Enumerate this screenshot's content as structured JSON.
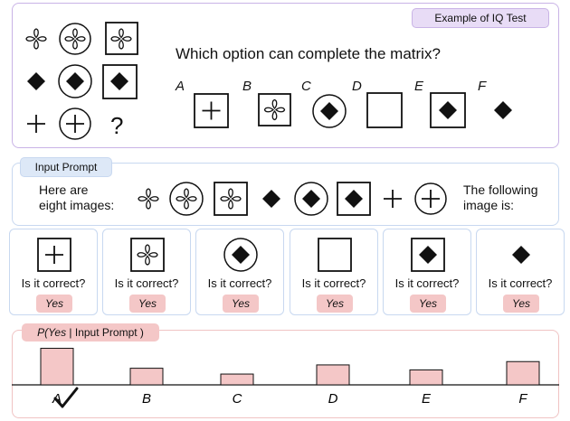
{
  "header_tag": "Example of IQ Test",
  "question": "Which option can complete the matrix?",
  "matrix_question_mark": "?",
  "options": [
    "A",
    "B",
    "C",
    "D",
    "E",
    "F"
  ],
  "input_prompt_tag": "Input Prompt",
  "prompt_left": [
    "Here are",
    "eight images:"
  ],
  "prompt_right": [
    "The following",
    "image is:"
  ],
  "card_question": "Is it correct?",
  "card_answer": "Yes",
  "prob_tag": {
    "prefix": "P(",
    "yes": "Yes",
    "rest": " | Input Prompt )"
  },
  "selected_option": "A",
  "colors": {
    "tag_purple": "#e8dcf6",
    "tag_blue": "#dde8f7",
    "tag_pink": "#f4c7c7",
    "panel_purple": "#c9b3e6",
    "panel_blue": "#c8d8f0",
    "panel_pink": "#f0c3c3",
    "bar": "#f4c7c7"
  },
  "chart_data": {
    "type": "bar",
    "categories": [
      "A",
      "B",
      "C",
      "D",
      "E",
      "F"
    ],
    "values": [
      44,
      20,
      13,
      24,
      18,
      28
    ],
    "title": "P( Yes | Input Prompt )",
    "xlabel": "",
    "ylabel": "",
    "ylim": [
      0,
      50
    ]
  }
}
